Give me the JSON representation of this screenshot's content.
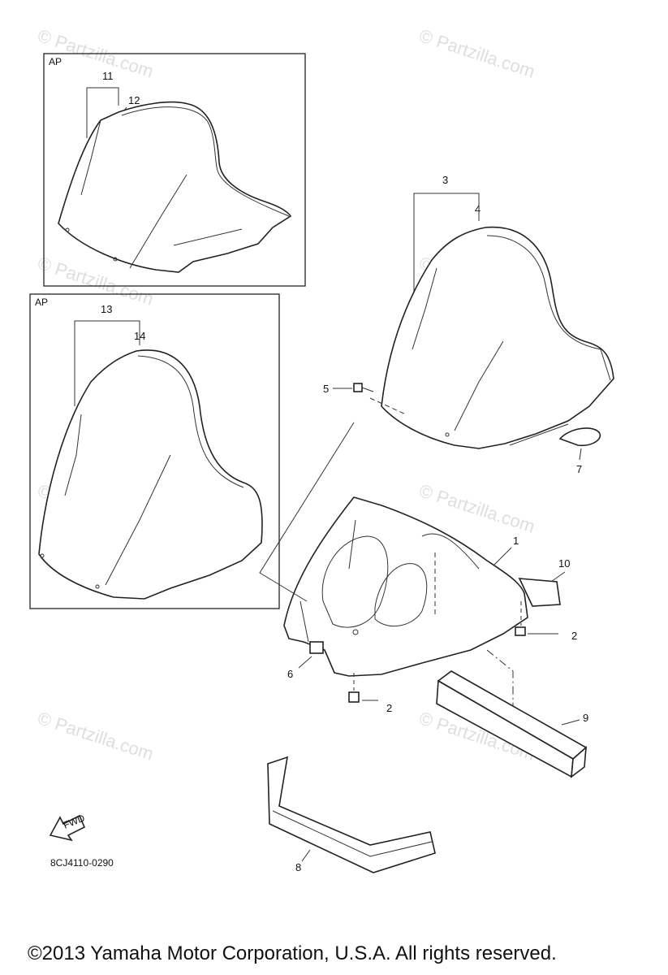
{
  "diagram": {
    "box_label_1": "AP",
    "box_label_2": "AP",
    "callouts": {
      "c1": "1",
      "c2a": "2",
      "c2b": "2",
      "c3": "3",
      "c4": "4",
      "c5": "5",
      "c6": "6",
      "c7": "7",
      "c8": "8",
      "c9": "9",
      "c10": "10",
      "c11": "11",
      "c12": "12",
      "c13": "13",
      "c14": "14"
    },
    "part_code": "8CJ4110-0290",
    "fwd_label": "FWD",
    "watermark": "© Partzilla.com"
  },
  "footer": {
    "copyright": "©2013 Yamaha Motor Corporation, U.S.A. All rights reserved."
  }
}
